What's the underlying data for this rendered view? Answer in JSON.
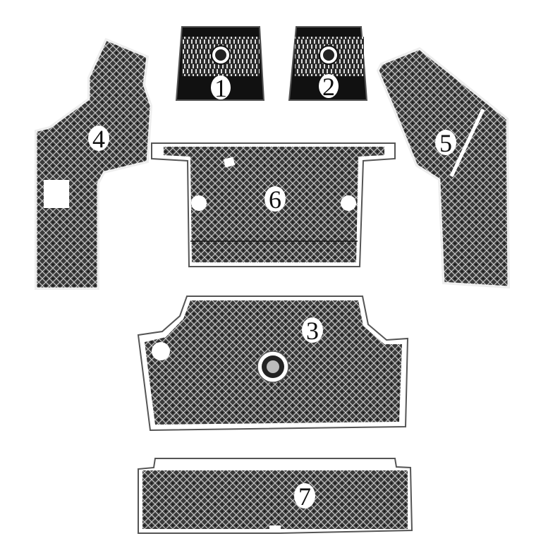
{
  "colors": {
    "background": "#ffffff",
    "mat_fill": "#3a3a3a",
    "mat_pattern_light": "#bdbdbd",
    "mat_pattern_dark": "#1a1a1a",
    "mat_border": "#ffffff",
    "outline": "#555555",
    "label_bubble": "#ffffff",
    "label_text": "#111111",
    "top_band": "#111111"
  },
  "pieces": [
    {
      "id": "1",
      "label": "1",
      "has_logo": true
    },
    {
      "id": "2",
      "label": "2",
      "has_logo": true
    },
    {
      "id": "3",
      "label": "3",
      "has_logo": true
    },
    {
      "id": "4",
      "label": "4",
      "has_logo": false
    },
    {
      "id": "5",
      "label": "5",
      "has_logo": false
    },
    {
      "id": "6",
      "label": "6",
      "has_logo": false
    },
    {
      "id": "7",
      "label": "7",
      "has_logo": false
    }
  ],
  "icons": {
    "logo": "emblem-logo-icon"
  }
}
